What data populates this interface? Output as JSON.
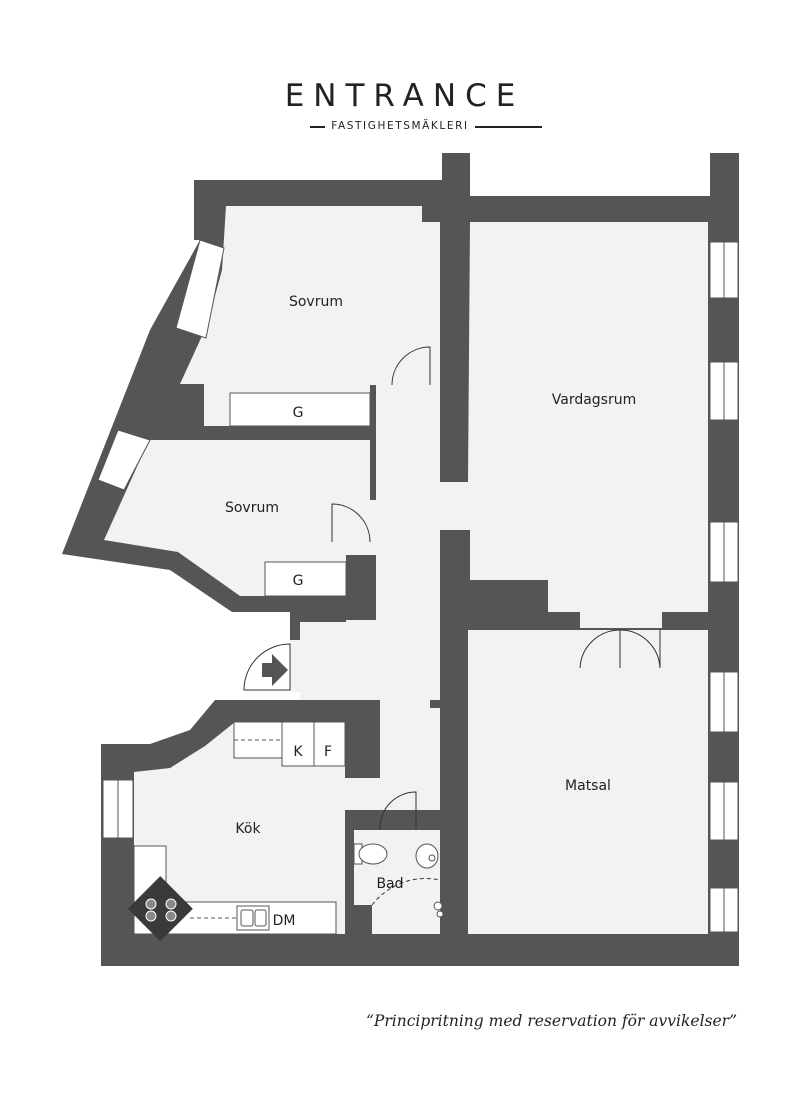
{
  "brand": {
    "name": "ENTRANCE",
    "subtitle": "FASTIGHETSMÄKLERI"
  },
  "rooms": {
    "sovrum_1": "Sovrum",
    "sovrum_2": "Sovrum",
    "vardagsrum": "Vardagsrum",
    "matsal": "Matsal",
    "kok": "Kök",
    "bad": "Bad"
  },
  "fixtures": {
    "garderob_1": "G",
    "garderob_2": "G",
    "kyl": "K",
    "frys": "F",
    "diskmaskin": "DM"
  },
  "disclaimer": "“Principritning med reservation för avvikelser”",
  "colors": {
    "wall": "#555555",
    "floor": "#f2f2f2",
    "background": "#ffffff"
  }
}
